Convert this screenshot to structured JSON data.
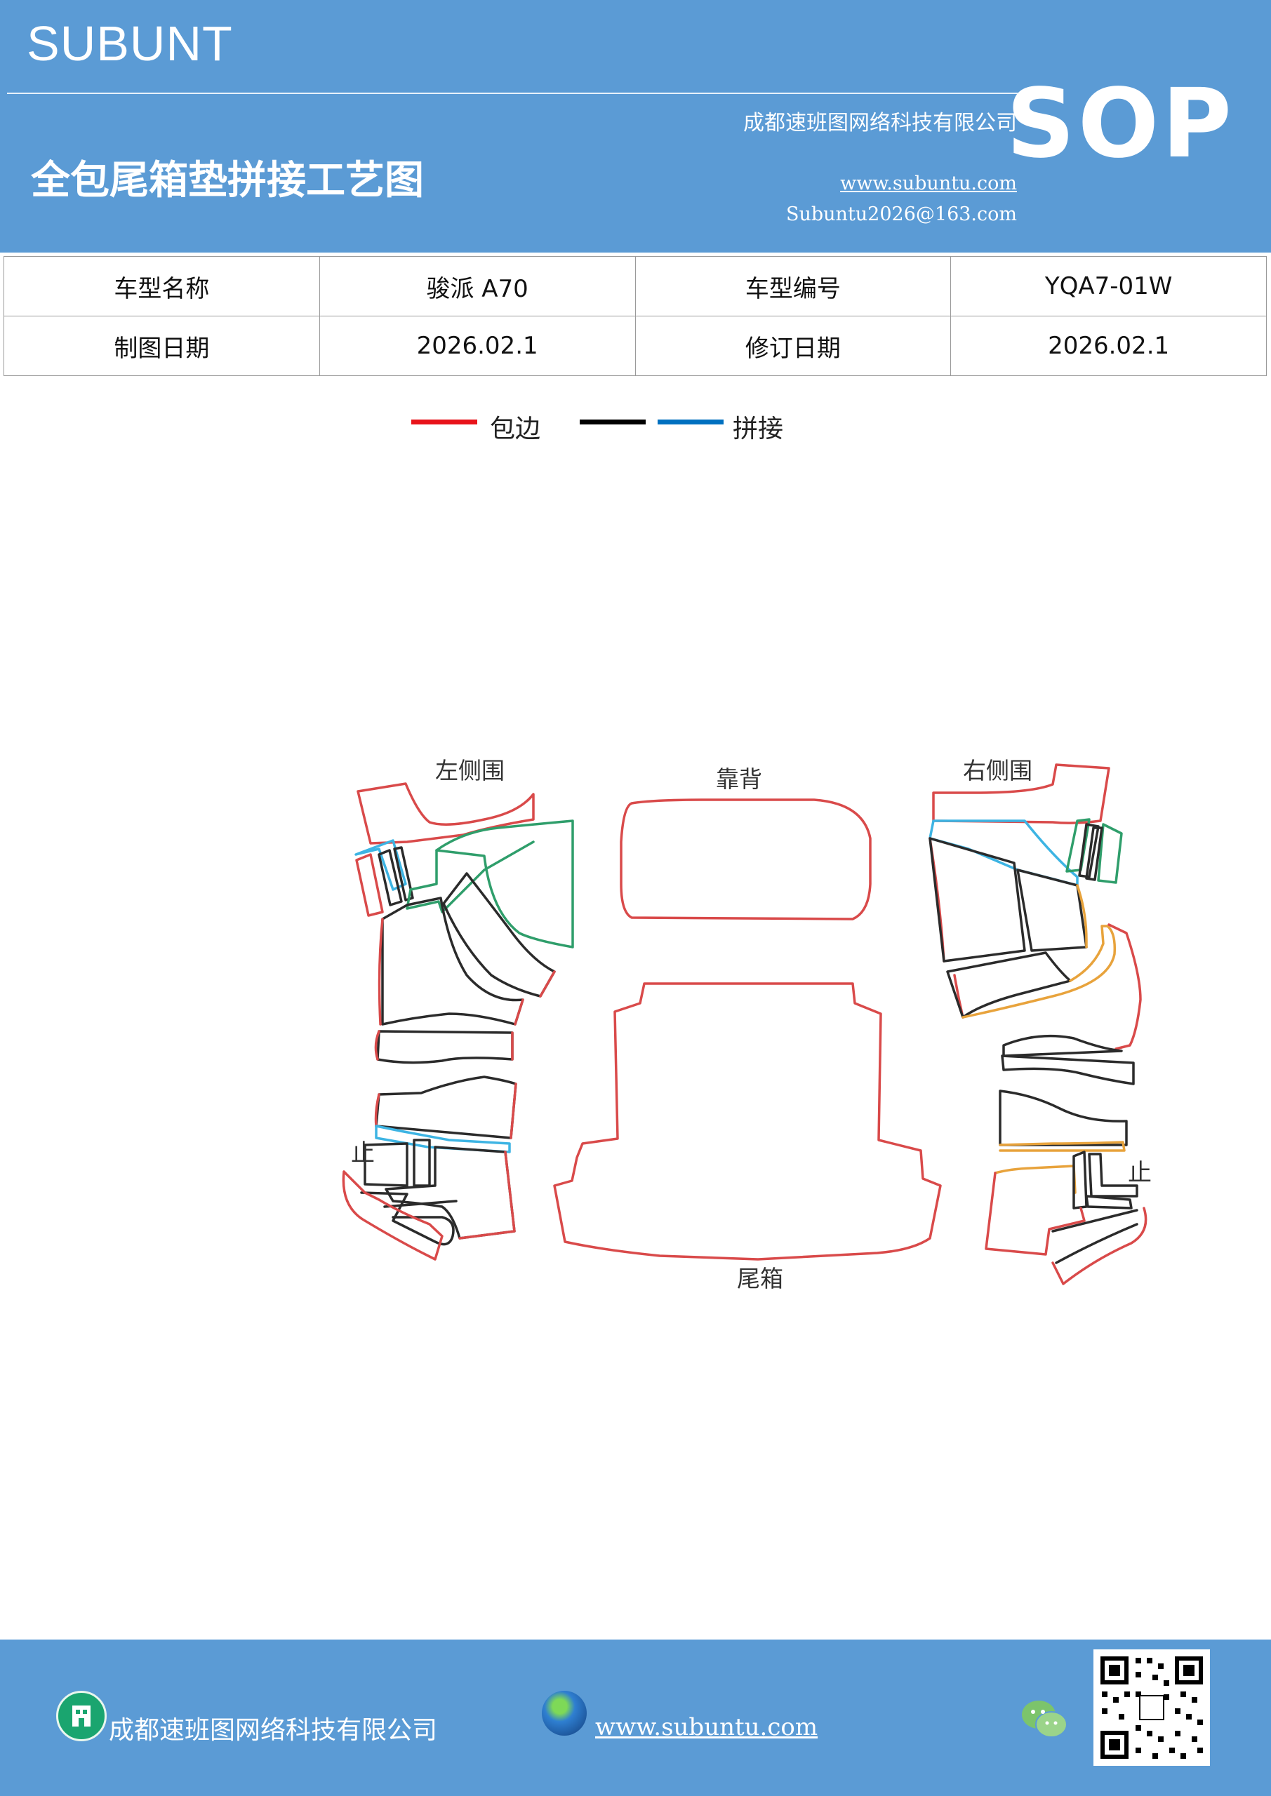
{
  "header": {
    "brand": "SUBUNT",
    "company": "成都速班图网络科技有限公司",
    "title": "全包尾箱垫拼接工艺图",
    "website": "www.subuntu.com",
    "email": "Subuntu2026@163.com",
    "badge": "SOP"
  },
  "info_table": {
    "rows": [
      [
        "车型名称",
        "骏派 A70",
        "车型编号",
        "YQA7-01W"
      ],
      [
        "制图日期",
        "2026.02.1",
        "修订日期",
        "2026.02.1"
      ]
    ]
  },
  "legend": {
    "items": [
      {
        "label": "包边",
        "color": "#e8131a"
      },
      {
        "label": "",
        "color": "#000000"
      },
      {
        "label": "拼接",
        "color": "#0070c0"
      }
    ]
  },
  "drawing": {
    "labels": {
      "left_side": "左侧围",
      "backrest": "靠背",
      "right_side": "右侧围",
      "trunk": "尾箱",
      "stop_left": "止",
      "stop_right": "止"
    },
    "colors": {
      "edge": "#d94a4a",
      "seam": "#2b2b2b",
      "joint_blue": "#3db4e3",
      "joint_green": "#2f9e6b",
      "joint_orange": "#e8a33c"
    }
  },
  "footer": {
    "company": "成都速班图网络科技有限公司",
    "website": "www.subuntu.com",
    "icons": [
      "building-icon",
      "globe-icon",
      "wechat-icon",
      "qr-code"
    ]
  }
}
